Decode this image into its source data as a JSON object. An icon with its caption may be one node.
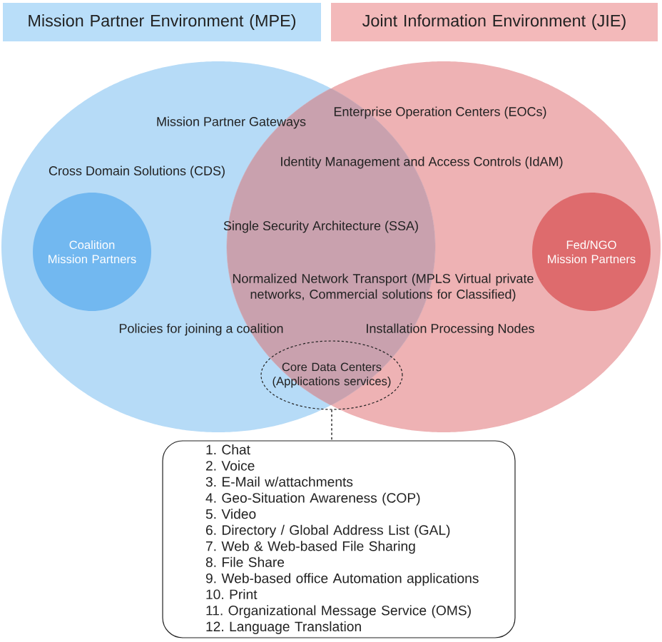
{
  "diagram": {
    "nodes": [
      {
        "text": [
          "Mission Partner Environment (MPE)"
        ]
      },
      {
        "text": [
          "Joint Information Environment (JIE)"
        ]
      },
      {
        "text": [],
        "shape": "ellipse"
      },
      {
        "text": [],
        "shape": "ellipse"
      },
      {
        "text": [
          "Coalition Mission Partners"
        ],
        "in": 2
      },
      {
        "text": [
          "Fed/NGO Mission Partners"
        ],
        "in": 3
      },
      {
        "text": [
          "Core Data Centers (Applications services)"
        ]
      },
      {
        "text": [
          "1. Chat",
          "2. Voice",
          "3. E-Mail w/attachments",
          "4. Geo-Situation Awareness (COP)",
          "5. Video",
          "6. Directory / Global Address List (GAL)",
          "7. Web & Web-based File Sharing",
          "8. File Share",
          "9. Web-based office Automation applications",
          "10. Print",
          "11. Organizational Message Service (OMS)",
          "12. Language Translation"
        ]
      }
    ],
    "edges": [
      {
        "from": 6,
        "to": 7,
        "arrow": "none",
        "style": "dashed"
      }
    ],
    "labels": [
      "Enterprise Operation Centers (EOCs)",
      "Mission Partner Gateways",
      "Identity Management and Access Controls (IdAM)",
      "Cross Domain Solutions (CDS)",
      "Single Security Architecture (SSA)",
      "Normalized Network Transport (MPLS Virtual private networks, Commercial solutions for Classified)",
      "Policies for joining a coalition",
      "Installation Processing Nodes"
    ]
  }
}
